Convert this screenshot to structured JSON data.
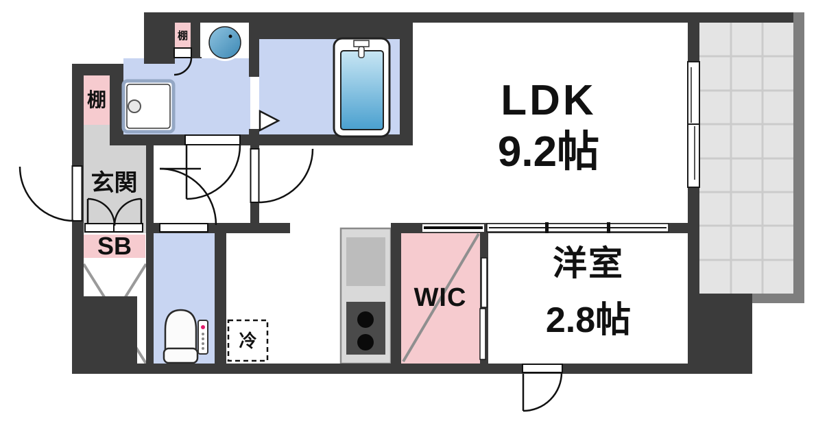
{
  "floorplan": {
    "type": "apartment-floor-plan",
    "rooms": {
      "ldk": {
        "name": "LDK",
        "size": "9.2帖"
      },
      "western_room": {
        "name": "洋室",
        "size": "2.8帖"
      },
      "wic": {
        "name": "WIC"
      },
      "entrance": {
        "name": "玄関"
      },
      "shoe_box": {
        "name": "SB"
      },
      "shelf_entrance": {
        "name": "棚"
      },
      "shelf_upper": {
        "name": "棚"
      },
      "refrigerator_space": {
        "name": "冷"
      }
    },
    "fixtures": [
      "bathtub",
      "washbasin",
      "washing-machine",
      "toilet",
      "kitchen-sink-stove",
      "refrigerator-space",
      "balcony"
    ],
    "colors": {
      "wall": "#3b3b3b",
      "wet_area_floor": "#c8d5f2",
      "closet_pink": "#f6cbcf",
      "entrance_gray": "#d3d3d3",
      "balcony_floor": "#e4e4e4",
      "balcony_grid_line": "#cbcbcb",
      "balcony_railing": "#7e7e7e",
      "bathtub_water_dark": "#4aa0cf",
      "bathtub_water_light": "#c8e6f4",
      "text": "#111111"
    }
  }
}
